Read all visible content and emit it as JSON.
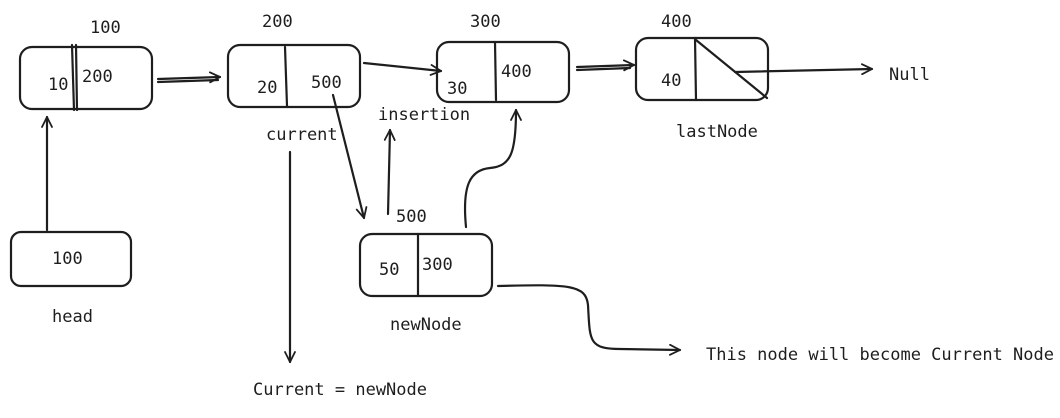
{
  "nodes": {
    "n100": {
      "address": "100",
      "value": "10",
      "next": "200"
    },
    "n200": {
      "address": "200",
      "value": "20",
      "next": "500",
      "label": "current"
    },
    "n300": {
      "address": "300",
      "value": "30",
      "next": "400"
    },
    "n400": {
      "address": "400",
      "value": "40",
      "label": "lastNode"
    },
    "n500": {
      "address": "500",
      "value": "50",
      "next": "300",
      "label": "newNode"
    }
  },
  "head": {
    "value": "100",
    "label": "head"
  },
  "labels": {
    "insertion": "insertion",
    "null": "Null",
    "assignment": "Current = newNode",
    "note": "This node will become Current Node"
  }
}
